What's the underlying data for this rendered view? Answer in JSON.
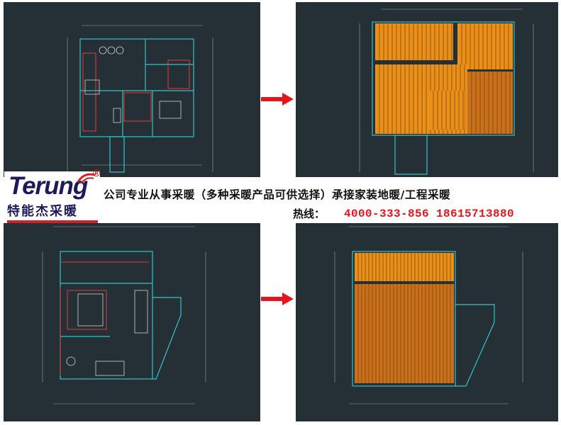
{
  "brand": {
    "logo_text": "Terung",
    "registered_mark": "®",
    "chinese_name": "特能杰采暖"
  },
  "banner": {
    "slogan": "公司专业从事采暖（多种采暖产品可供选择）承接家装地暖/工程采暖",
    "hotline_label": "热线：",
    "hotline_numbers": "4000-333-856  18615713880"
  },
  "panels": [
    {
      "name": "floorplan-1-original",
      "heating_shown": false
    },
    {
      "name": "floorplan-1-heating",
      "heating_shown": true
    },
    {
      "name": "floorplan-2-original",
      "heating_shown": false
    },
    {
      "name": "floorplan-2-heating",
      "heating_shown": true
    }
  ],
  "colors": {
    "cad_background": "#243036",
    "heating_orange": "#e8901a",
    "heating_brown": "#c8701a",
    "arrow_red": "#e8141c",
    "brand_navy": "#1d1a5c",
    "brand_red": "#d42027"
  },
  "icons": [
    "right-arrow-icon",
    "logo-swoosh-icon"
  ]
}
